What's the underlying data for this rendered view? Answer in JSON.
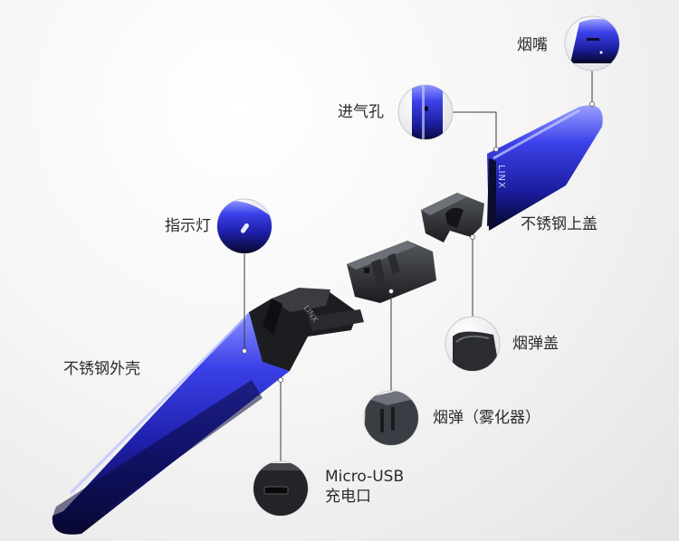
{
  "callouts": {
    "mouthpiece": "烟嘴",
    "air_hole": "进气孔",
    "top_cap": "不锈钢上盖",
    "indicator": "指示灯",
    "outer_shell": "不锈钢外壳",
    "pod_cap": "烟弹盖",
    "pod": "烟弹（雾化器）",
    "usb_line1": "Micro-USB",
    "usb_line2": "充电口"
  },
  "brand": {
    "cap_text": "LINX",
    "frame_text": "LINX"
  },
  "colors": {
    "shell_blue": "#2a2fd0",
    "shell_dark": "#07072a",
    "frame_black": "#1c1d20",
    "leader_line": "#3a3a3a"
  }
}
